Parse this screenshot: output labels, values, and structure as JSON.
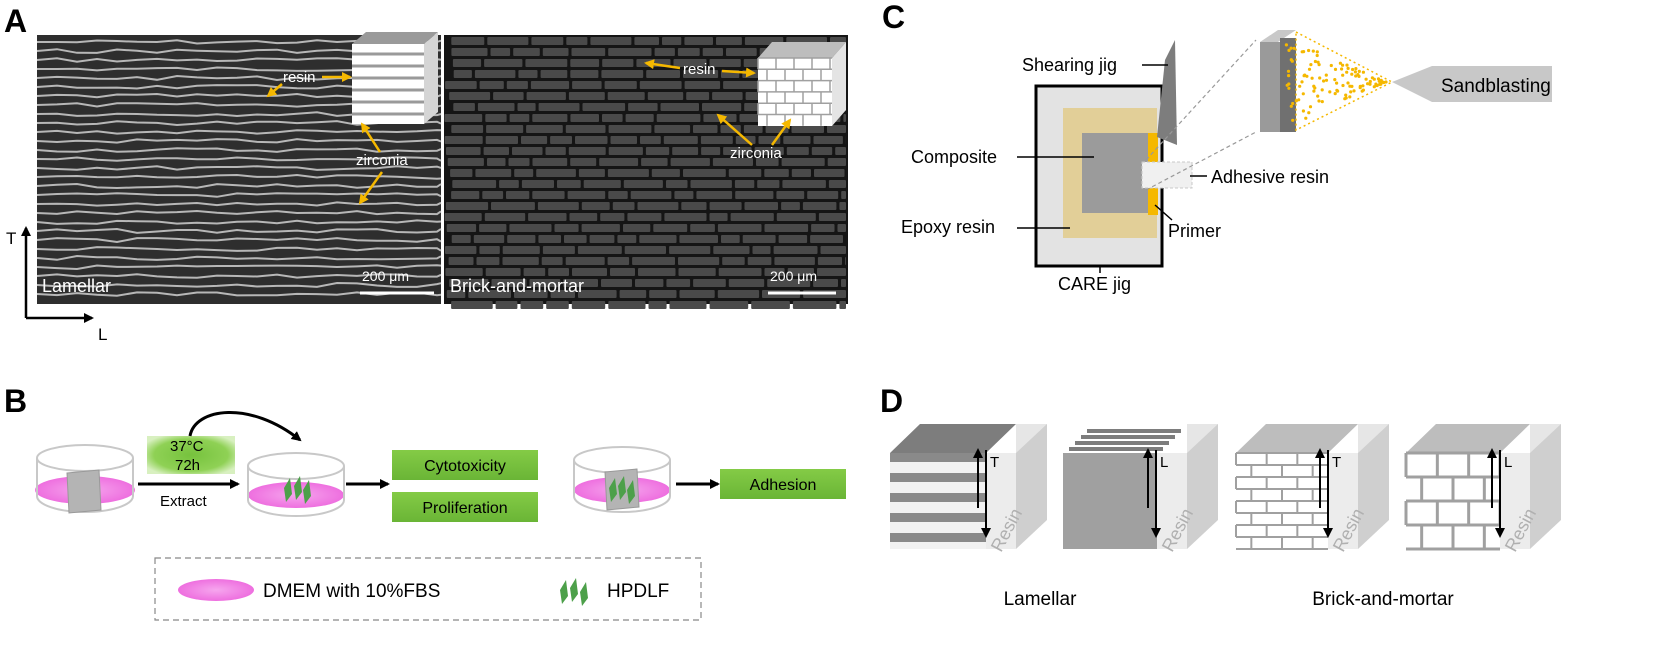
{
  "panels": {
    "a": {
      "letter": "A",
      "left_image": {
        "caption": "Lamellar",
        "scalebar": "200 μm",
        "resin_label": "resin",
        "zirconia_label": "zirconia"
      },
      "right_image": {
        "caption": "Brick-and-mortar",
        "scalebar": "200 μm",
        "resin_label": "resin",
        "zirconia_label": "zirconia"
      },
      "axes": {
        "t": "T",
        "l": "L"
      }
    },
    "b": {
      "letter": "B",
      "incubation": {
        "temp": "37°C",
        "time": "72h"
      },
      "extract_label": "Extract",
      "assays": [
        "Cytotoxicity",
        "Proliferation"
      ],
      "adhesion": "Adhesion",
      "legend": {
        "medium": "DMEM with 10%FBS",
        "cells": "HPDLF"
      }
    },
    "c": {
      "letter": "C",
      "labels": {
        "shearing_jig": "Shearing jig",
        "composite": "Composite",
        "epoxy": "Epoxy resin",
        "care": "CARE jig",
        "primer": "Primer",
        "adhesive": "Adhesive resin",
        "sandblasting": "Sandblasting"
      }
    },
    "d": {
      "letter": "D",
      "cubes": [
        {
          "arrow_label": "T",
          "resin": "Resin"
        },
        {
          "arrow_label": "L",
          "resin": "Resin"
        },
        {
          "arrow_label": "T",
          "resin": "Resin"
        },
        {
          "arrow_label": "L",
          "resin": "Resin"
        }
      ],
      "group_labels": [
        "Lamellar",
        "Brick-and-mortar"
      ]
    }
  },
  "colors": {
    "accent_yellow": "#f5b800",
    "green_box": "#7cc242",
    "pink": "#f07ee0"
  }
}
